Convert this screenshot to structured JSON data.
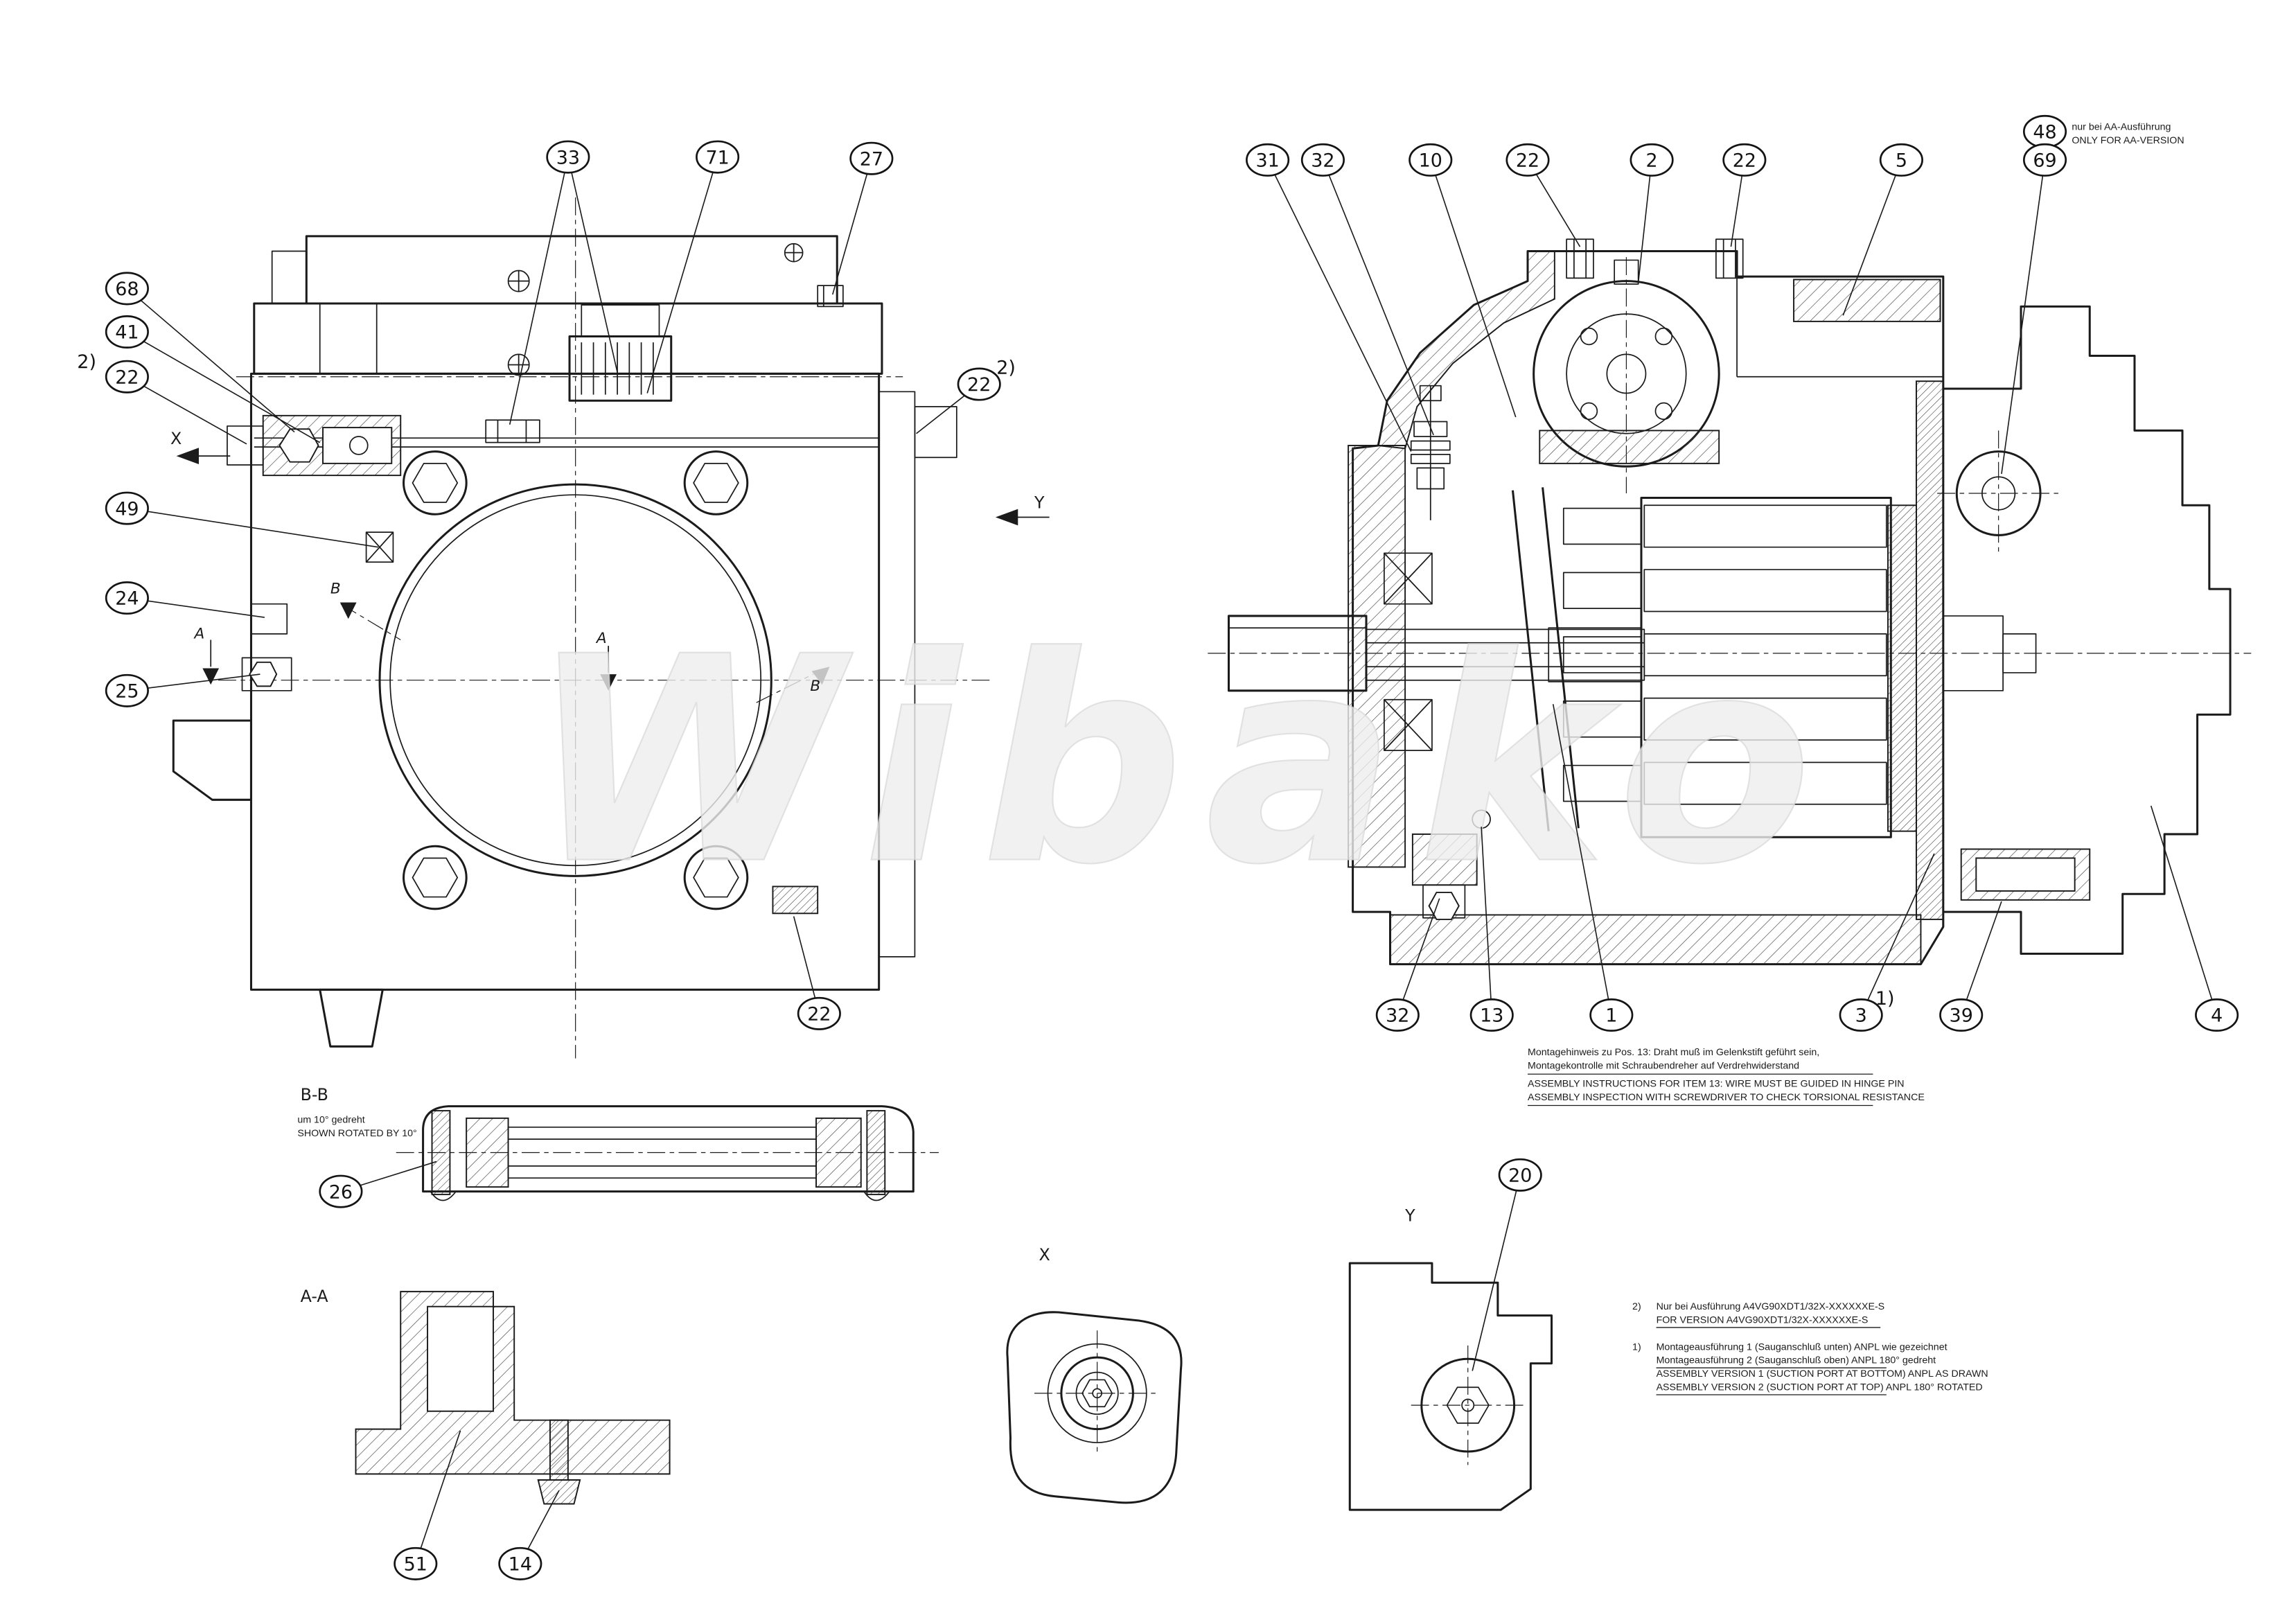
{
  "page": {
    "watermark": "Wibako",
    "background": "#ffffff",
    "line_color": "#1b1b1b"
  },
  "callouts": {
    "c33": "33",
    "c71": "71",
    "c27": "27",
    "c68": "68",
    "c41": "41",
    "c22_left": "22",
    "c49": "49",
    "c24": "24",
    "c25": "25",
    "c22_right": "22",
    "c22_bottom": "22",
    "c26": "26",
    "c51": "51",
    "c14": "14",
    "c31": "31",
    "c32_top": "32",
    "c10": "10",
    "c22_sec1": "22",
    "c2": "2",
    "c22_sec2": "22",
    "c5": "5",
    "c48": "48",
    "c69": "69",
    "c32_bottom": "32",
    "c13": "13",
    "c1": "1",
    "c3": "3",
    "c39": "39",
    "c4": "4",
    "c20": "20"
  },
  "superscripts": {
    "note2_left": "2)",
    "note2_right": "2)",
    "note1_item3": "1)"
  },
  "view_labels": {
    "section_bb": "B-B",
    "bb_note_de": "um 10° gedreht",
    "bb_note_en": "SHOWN ROTATED BY 10°",
    "section_aa": "A-A",
    "view_x": "X",
    "view_y": "Y",
    "dir_x": "X",
    "dir_y": "Y",
    "cut_a1": "A",
    "cut_a2": "A",
    "cut_b1": "B",
    "cut_b2": "B"
  },
  "aa_version_note": {
    "de": "nur bei AA-Ausführung",
    "en": "ONLY FOR AA-VERSION"
  },
  "assembly_note": {
    "de1": "Montagehinweis zu Pos. 13: Draht muß im Gelenkstift geführt sein,",
    "de2": "Montagekontrolle mit Schraubendreher auf Verdrehwiderstand",
    "en1": "ASSEMBLY INSTRUCTIONS FOR ITEM 13: WIRE MUST BE GUIDED IN HINGE PIN",
    "en2": "ASSEMBLY INSPECTION WITH SCREWDRIVER TO CHECK TORSIONAL RESISTANCE"
  },
  "footnotes": {
    "f2_label": "2)",
    "f2_de": "Nur bei Ausführung A4VG90XDT1/32X-XXXXXXE-S",
    "f2_en": "FOR VERSION A4VG90XDT1/32X-XXXXXXE-S",
    "f1_label": "1)",
    "f1_de1": "Montageausführung 1 (Sauganschluß unten) ANPL wie gezeichnet",
    "f1_de2": "Montageausführung 2 (Sauganschluß oben) ANPL 180° gedreht",
    "f1_en1": "ASSEMBLY VERSION 1 (SUCTION PORT AT BOTTOM) ANPL AS DRAWN",
    "f1_en2": "ASSEMBLY VERSION 2 (SUCTION PORT AT TOP) ANPL 180° ROTATED"
  }
}
